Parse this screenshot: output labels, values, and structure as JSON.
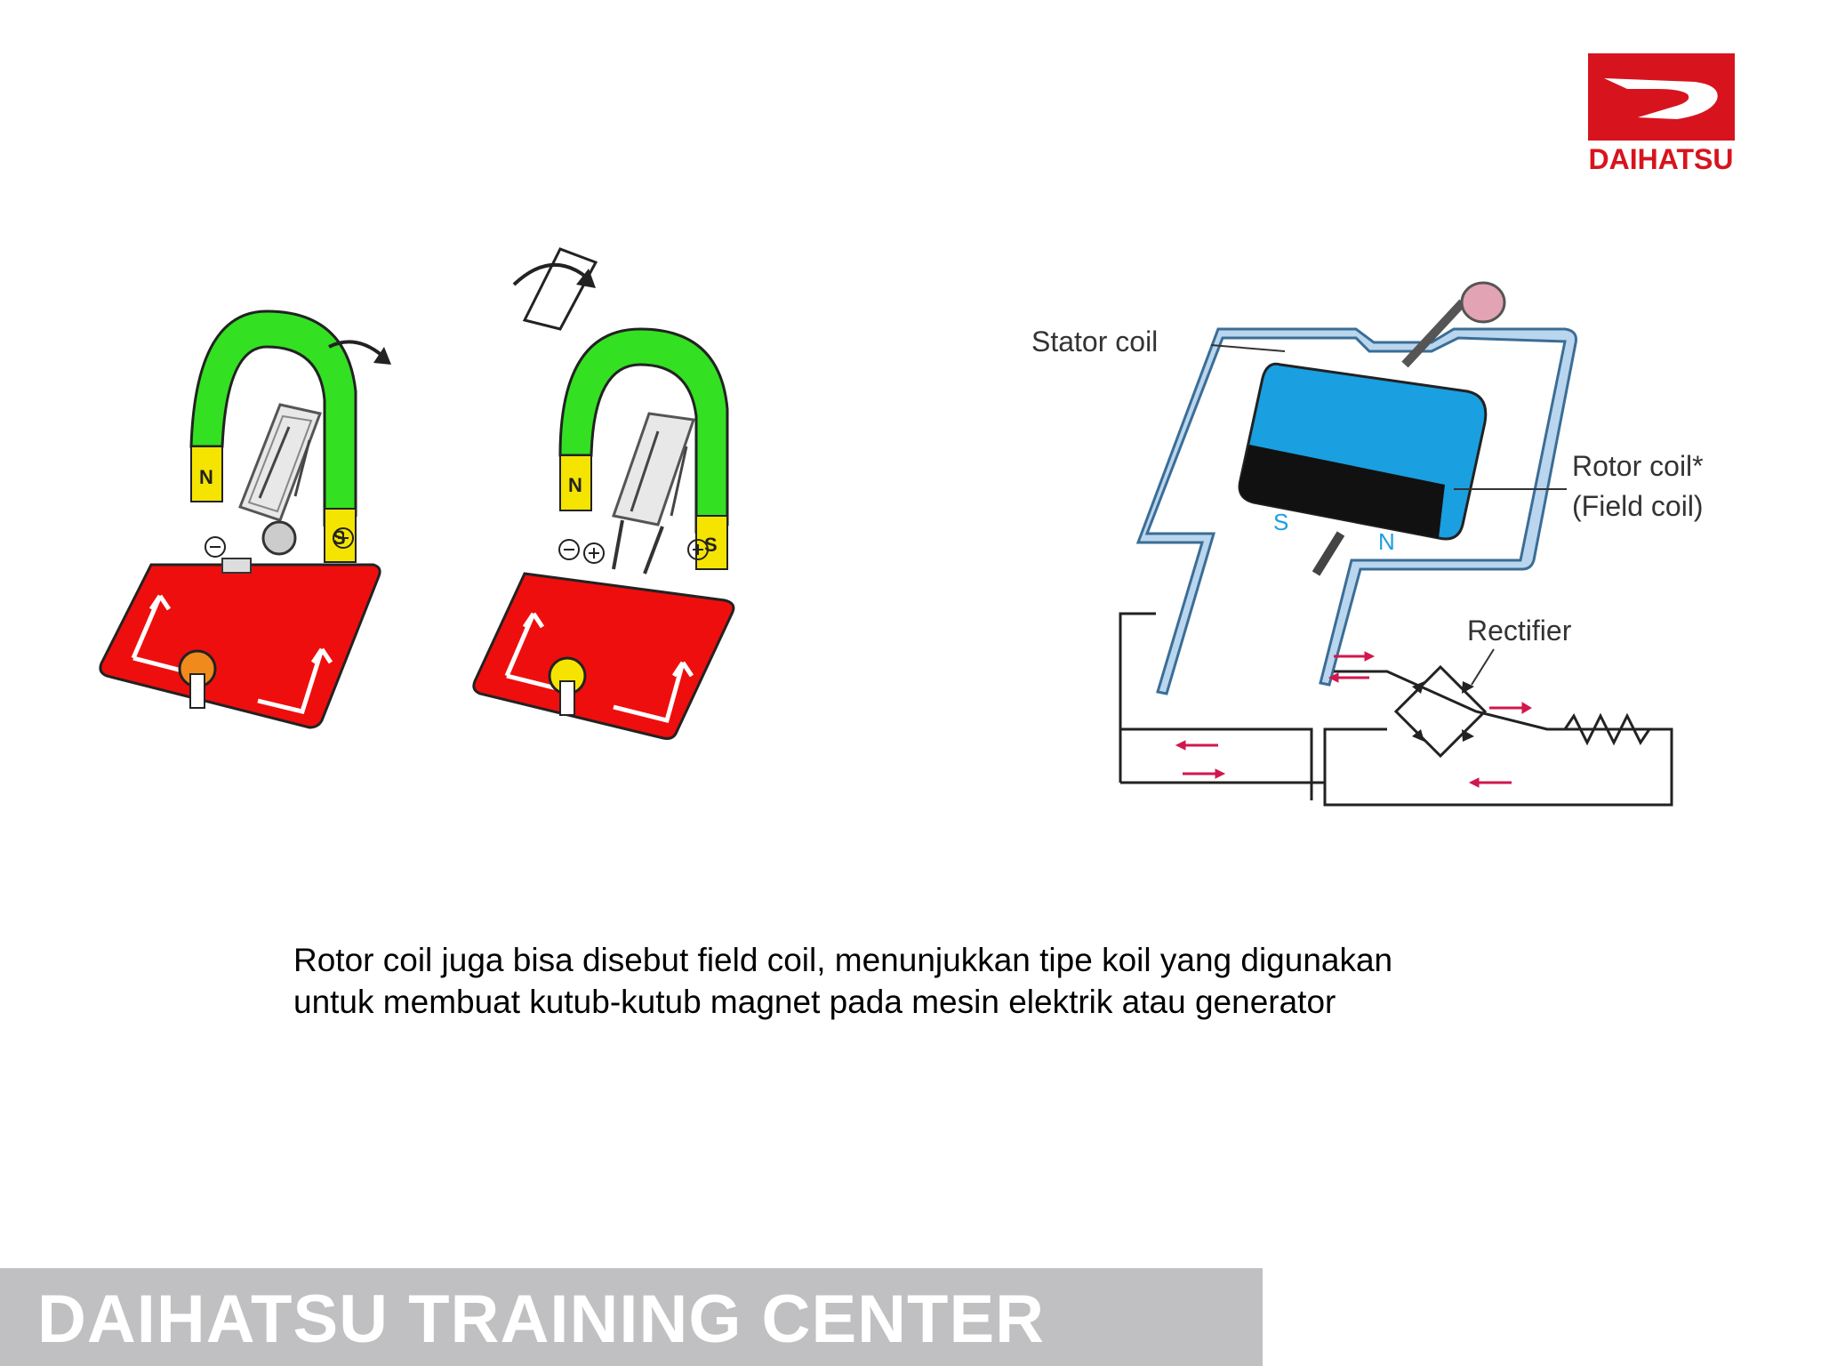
{
  "brand": {
    "logo_text": "DAIHATSU",
    "color": "#d7141e"
  },
  "left_diagram": {
    "pole_n": "N",
    "pole_s": "S",
    "magnet_color": "#33e022",
    "pole_color": "#f5e400",
    "base_color": "#ee0e0e"
  },
  "right_diagram": {
    "label_stator": "Stator coil",
    "label_rotor_line1": "Rotor coil*",
    "label_rotor_line2": "(Field coil)",
    "label_rectifier": "Rectifier",
    "rotor_pole_s": "S",
    "rotor_pole_n": "N",
    "rotor_color": "#1a9fe0",
    "arrow_color": "#d1174d"
  },
  "caption": {
    "line1": "Rotor coil juga bisa disebut field coil, menunjukkan tipe koil yang digunakan",
    "line2": "untuk membuat kutub-kutub magnet pada mesin elektrik atau generator"
  },
  "footer": {
    "title": "DAIHATSU TRAINING CENTER",
    "bg_color": "#c0bfc1"
  }
}
